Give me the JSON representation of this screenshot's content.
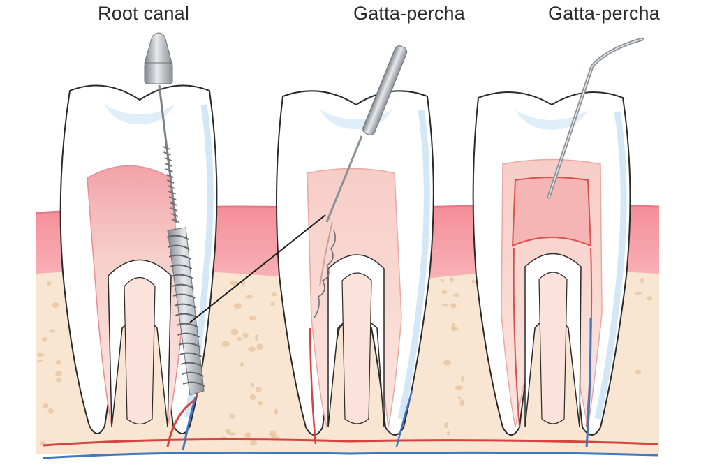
{
  "labels": {
    "root_canal": "Root canal",
    "gutta_percha_1": "Gatta-percha",
    "gutta_percha_2": "Gatta-percha"
  },
  "colors": {
    "gum": "#f6a2ab",
    "bone": "#f8e6d2",
    "bone_spot": "#e8c29e",
    "pulp": "#f6c3c1",
    "enamel": "#ffffff",
    "artery": "#d8423f",
    "vein": "#3f78bf",
    "instrument": "#a9aeb3"
  }
}
